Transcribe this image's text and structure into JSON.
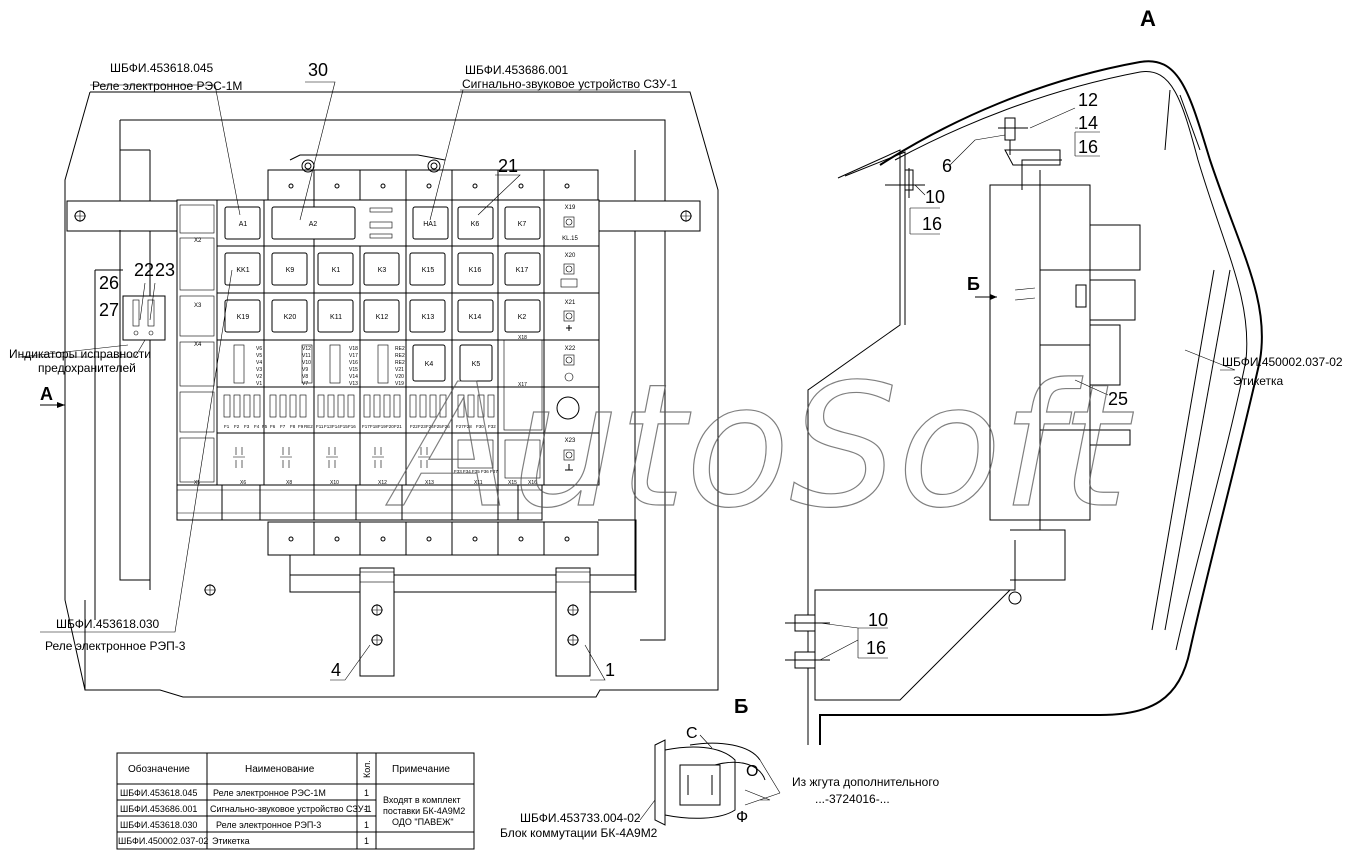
{
  "view_a_letter": "А",
  "view_b_letter": "Б",
  "arrow_a_label": "А",
  "arrow_b_label": "Б",
  "callouts": {
    "c30": "30",
    "c21": "21",
    "c26": "26",
    "c27": "27",
    "c22": "22",
    "c23": "23",
    "c4": "4",
    "c1": "1",
    "c12": "12",
    "c14": "14",
    "c16a": "16",
    "c6": "6",
    "c10a": "10",
    "c16b": "16",
    "c25": "25",
    "c10b": "10",
    "c16c": "16"
  },
  "labels": {
    "rele_rec_code": "ШБФИ.453618.045",
    "rele_rec_name": "Реле электронное РЭС-1М",
    "szu_code": "ШБФИ.453686.001",
    "szu_name": "Сигнально-звуковое устройство СЗУ-1",
    "rep_code": "ШБФИ.453618.030",
    "rep_name": "Реле электронное РЭП-3",
    "indicators_1": "Индикаторы исправности",
    "indicators_2": "предохранителей",
    "etiketka_code": "ШБФИ.450002.037-02",
    "etiketka_name": "Этикетка",
    "bk_code": "ШБФИ.453733.004-02",
    "bk_name": "Блок коммутации БК-4А9М2",
    "harness_1": "Из жгута дополнительного",
    "harness_2": "...-3724016-...",
    "wire_c": "С",
    "wire_o": "О",
    "wire_f": "Ф"
  },
  "modules": {
    "row1": [
      "A1",
      "A2",
      "HA1",
      "K6",
      "K7"
    ],
    "row2": [
      "KK1",
      "K9",
      "K1",
      "K3",
      "K15",
      "K16",
      "K17"
    ],
    "row3": [
      "K19",
      "K20",
      "K11",
      "K12",
      "K13",
      "K14",
      "K2"
    ],
    "k4": "K4",
    "k5": "K5",
    "x_labels": [
      "X19",
      "KL.15",
      "X20",
      "X21",
      "X22",
      "X23",
      "X17",
      "X18"
    ],
    "top_connectors": [
      "X2",
      "X3",
      "X4"
    ],
    "bottom_connectors": [
      "X5",
      "X6",
      "X8",
      "X10",
      "X12",
      "X13",
      "X11",
      "X15",
      "X16"
    ],
    "fuse_row": [
      "F1",
      "F2",
      "F3",
      "F4",
      "F5",
      "F6",
      "F7",
      "F8",
      "F9",
      "RE2",
      "F11",
      "F13",
      "F14",
      "F15",
      "F16",
      "F17",
      "F18",
      "F19",
      "F20",
      "F21",
      "F22",
      "F23",
      "F24",
      "F25",
      "F26",
      "F27",
      "F28",
      "F30",
      "F32"
    ],
    "fuse_row2": [
      "F33",
      "F34",
      "F35",
      "F36",
      "F37"
    ],
    "diode_groups": [
      [
        "V6",
        "V5",
        "V4",
        "V3",
        "V2",
        "V1"
      ],
      [
        "V12",
        "V11",
        "V10",
        "V9",
        "V8",
        "V7"
      ],
      [
        "V18",
        "V17",
        "V16",
        "V15",
        "V14",
        "V13"
      ],
      [
        "RE2",
        "RE2",
        "RE2",
        "V21",
        "V20",
        "V19"
      ]
    ]
  },
  "table": {
    "headers": [
      "Обозначение",
      "Наименование",
      "Кол.",
      "Примечание"
    ],
    "rows": [
      {
        "code": "ШБФИ.453618.045",
        "name": "Реле электронное РЭС-1М",
        "qty": "1"
      },
      {
        "code": "ШБФИ.453686.001",
        "name": "Сигнально-звуковое устройство СЗУ-1",
        "qty": "1"
      },
      {
        "code": "ШБФИ.453618.030",
        "name": "Реле электронное РЭП-3",
        "qty": "1"
      },
      {
        "code": "ШБФИ.450002.037-02",
        "name": "Этикетка",
        "qty": "1"
      }
    ],
    "note_1": "Входят в комплект",
    "note_2": "поставки БК-4А9М2",
    "note_3": "ОДО \"ПАВЕЖ\""
  },
  "watermark": "AutoSoft"
}
